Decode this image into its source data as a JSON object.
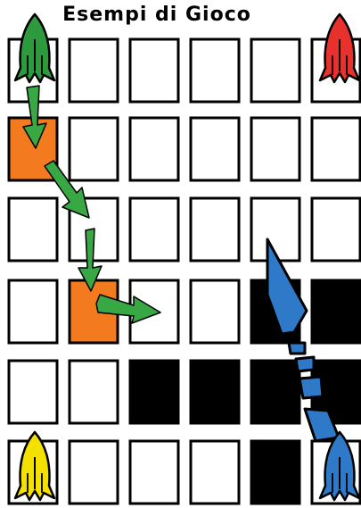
{
  "title": "Esempi di Gioco",
  "grid": {
    "rows": 6,
    "cols": 6,
    "cells": [
      [
        "white",
        "white",
        "white",
        "white",
        "white",
        "white"
      ],
      [
        "orange",
        "white",
        "white",
        "white",
        "white",
        "white"
      ],
      [
        "white",
        "white",
        "white",
        "white",
        "white",
        "white"
      ],
      [
        "white",
        "orange",
        "white",
        "white",
        "black",
        "black"
      ],
      [
        "white",
        "white",
        "black",
        "black",
        "black",
        "black"
      ],
      [
        "white",
        "white",
        "white",
        "white",
        "black",
        "white"
      ]
    ]
  },
  "colors": {
    "white": "#ffffff",
    "orange": "#f47a20",
    "black": "#000000",
    "green_ship": "#2e9a3e",
    "red_ship": "#e8302c",
    "yellow_ship": "#f5e100",
    "blue_ship": "#2f7ac8",
    "green_arrow": "#38a844",
    "blue_arrow": "#2f7ac8"
  },
  "ships": [
    {
      "name": "green-ship-icon",
      "color": "green_ship",
      "row": 0,
      "col": 0
    },
    {
      "name": "red-ship-icon",
      "color": "red_ship",
      "row": 0,
      "col": 5
    },
    {
      "name": "yellow-ship-icon",
      "color": "yellow_ship",
      "row": 5,
      "col": 0
    },
    {
      "name": "blue-ship-icon",
      "color": "blue_ship",
      "row": 5,
      "col": 5
    }
  ]
}
